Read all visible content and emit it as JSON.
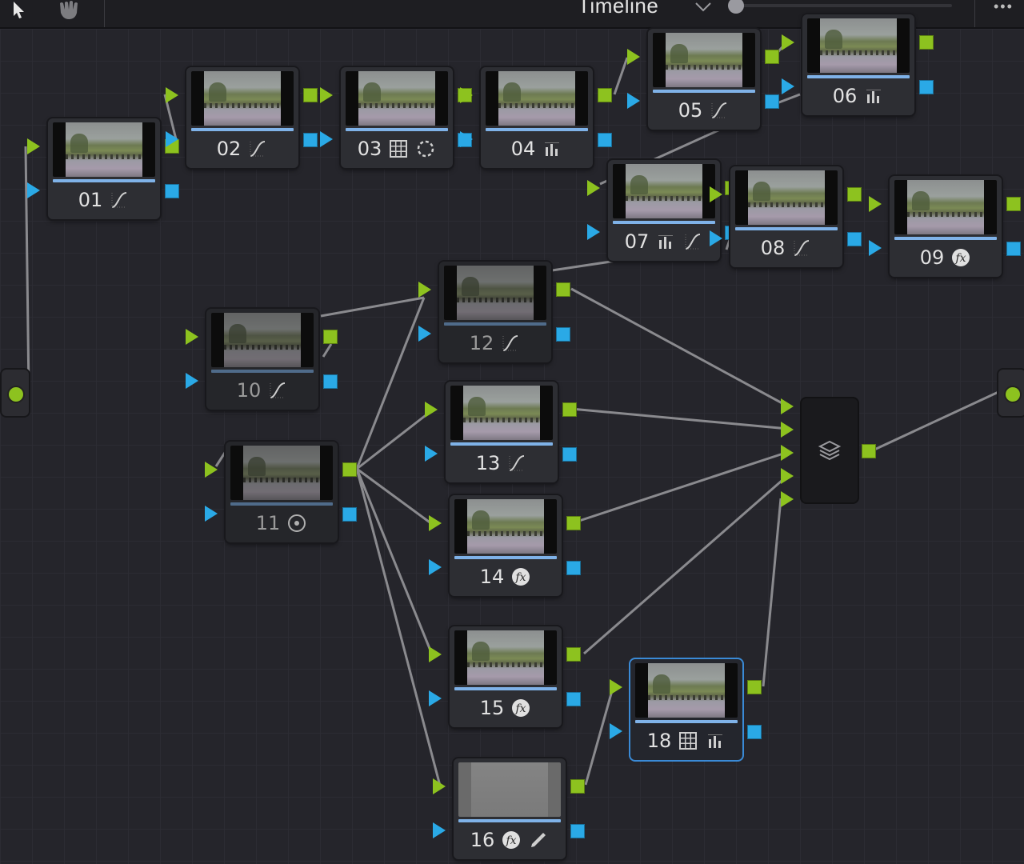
{
  "toolbar": {
    "title": "Timeline",
    "tools": [
      {
        "name": "pointer-icon"
      },
      {
        "name": "hand-icon"
      }
    ],
    "menu_icon": "more-dots-icon",
    "zoom_slider": 0.0
  },
  "nodes": [
    {
      "id": "01",
      "label": "01",
      "icons": [
        "curves-icon"
      ]
    },
    {
      "id": "02",
      "label": "02",
      "icons": [
        "curves-icon"
      ]
    },
    {
      "id": "03",
      "label": "03",
      "icons": [
        "grid-icon",
        "circle-window-icon"
      ]
    },
    {
      "id": "04",
      "label": "04",
      "icons": [
        "bars-icon"
      ]
    },
    {
      "id": "05",
      "label": "05",
      "icons": [
        "curves-icon"
      ]
    },
    {
      "id": "06",
      "label": "06",
      "icons": [
        "bars-icon"
      ]
    },
    {
      "id": "07",
      "label": "07",
      "icons": [
        "bars-icon",
        "curves-icon"
      ]
    },
    {
      "id": "08",
      "label": "08",
      "icons": [
        "curves-icon"
      ]
    },
    {
      "id": "09",
      "label": "09",
      "icons": [
        "fx-icon"
      ]
    },
    {
      "id": "10",
      "label": "10",
      "icons": [
        "curves-icon"
      ]
    },
    {
      "id": "11",
      "label": "11",
      "icons": [
        "target-icon"
      ]
    },
    {
      "id": "12",
      "label": "12",
      "icons": [
        "curves-icon"
      ]
    },
    {
      "id": "13",
      "label": "13",
      "icons": [
        "curves-icon"
      ]
    },
    {
      "id": "14",
      "label": "14",
      "icons": [
        "fx-icon"
      ]
    },
    {
      "id": "15",
      "label": "15",
      "icons": [
        "fx-icon"
      ]
    },
    {
      "id": "16",
      "label": "16",
      "icons": [
        "fx-icon",
        "eyedropper-icon"
      ]
    },
    {
      "id": "18",
      "label": "18",
      "icons": [
        "grid-icon",
        "bars-icon"
      ]
    }
  ],
  "layer_mixer": {
    "icon": "layers-icon"
  },
  "colors": {
    "rgb_port": "#8dc21f",
    "key_port": "#2aa9e6",
    "selected_outline": "#3a8ad6",
    "bar": "#7fb2e8"
  }
}
